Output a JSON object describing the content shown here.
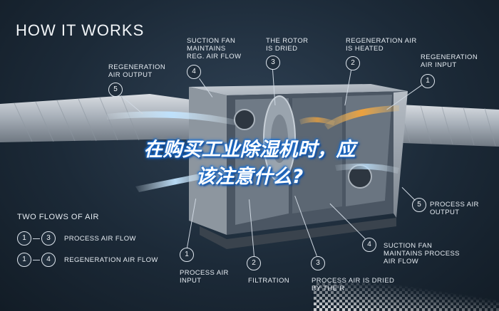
{
  "heading": "HOW IT WORKS",
  "overlay_title": {
    "line1": "在购买工业除湿机时，应",
    "line2": "该注意什么?"
  },
  "top_labels": {
    "regen_output": {
      "number": "5",
      "text": "REGENERATION\nAIR OUTPUT"
    },
    "suction_fan_regen": {
      "number": "4",
      "text": "SUCTION FAN\nMAINTAINS\nREG. AIR FLOW"
    },
    "rotor_dried": {
      "number": "3",
      "text": "THE ROTOR\nIS DRIED"
    },
    "regen_heated": {
      "number": "2",
      "text": "REGENERATION AIR\nIS HEATED"
    },
    "regen_input": {
      "number": "1",
      "text": "REGENERATION\nAIR INPUT"
    }
  },
  "bottom_labels": {
    "process_input": {
      "number": "1",
      "text": "PROCESS AIR\nINPUT"
    },
    "filtration": {
      "number": "2",
      "text": "FILTRATION"
    },
    "process_dried": {
      "number": "3",
      "text": "PROCESS AIR IS DRIED\nBY THE R"
    },
    "suction_fan_process": {
      "number": "4",
      "text": "SUCTION FAN\nMAINTAINS PROCESS\nAIR FLOW"
    },
    "process_output": {
      "number": "5",
      "text": "PROCESS AIR\nOUTPUT"
    }
  },
  "flows": {
    "title": "TWO FLOWS OF AIR",
    "items": [
      {
        "from": "1",
        "to": "3",
        "label": "PROCESS AIR FLOW"
      },
      {
        "from": "1",
        "to": "4",
        "label": "REGENERATION AIR FLOW"
      }
    ]
  },
  "colors": {
    "background": "#1c2a38",
    "overlay_glow": "#1a6fd1",
    "hot_air": "#f2a33a",
    "cold_air": "#bfe3ff"
  }
}
